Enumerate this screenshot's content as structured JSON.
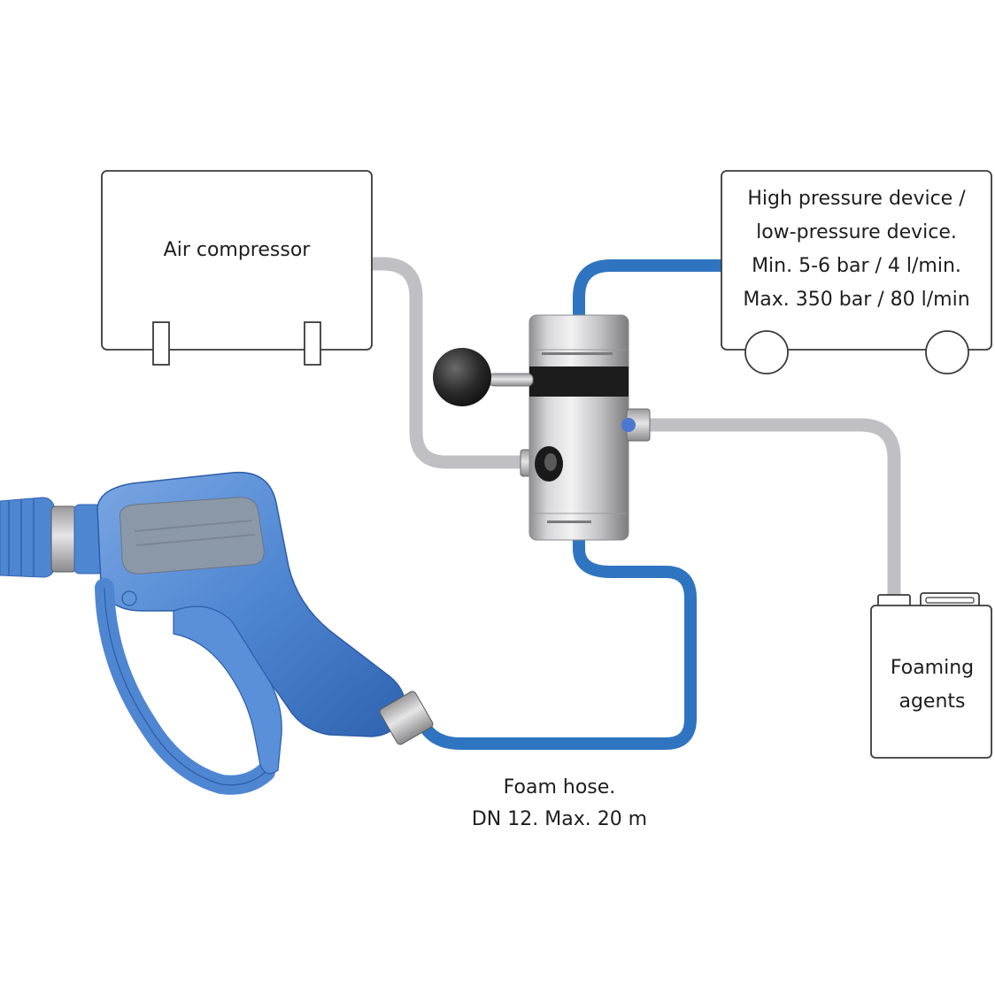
{
  "air_compressor": {
    "label": "Air compressor"
  },
  "pressure_device": {
    "lines": [
      "High pressure device /",
      "low-pressure device.",
      "Min. 5-6 bar / 4 l/min.",
      "Max. 350 bar / 80 l/min"
    ]
  },
  "foaming_container": {
    "lines": [
      "Foaming",
      "agents"
    ]
  },
  "foam_hose": {
    "lines": [
      "Foam hose.",
      "DN 12. Max. 20 m"
    ]
  },
  "colors": {
    "water_hose": "#2f74c0",
    "air_hose": "#c0c0c4",
    "spray_gun": "#5a8fd6",
    "foam_unit_steel": "#c9c9cb",
    "outline": "#3a3a3a"
  }
}
